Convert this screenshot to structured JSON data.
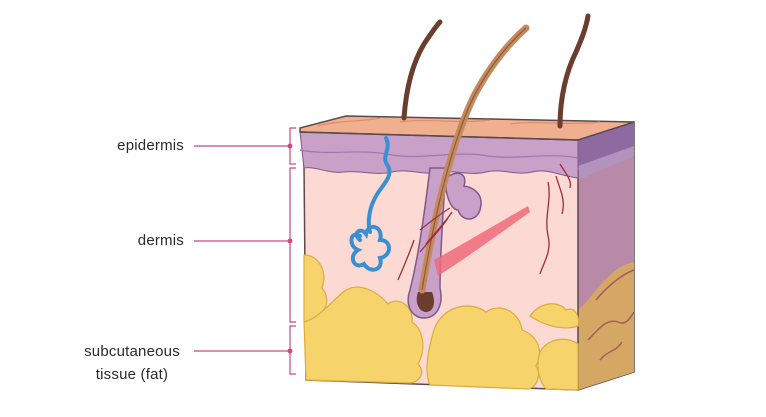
{
  "diagram": {
    "labels": {
      "epidermis": "epidermis",
      "dermis": "dermis",
      "subcutaneous_line1": "subcutaneous",
      "subcutaneous_line2": "tissue (fat)"
    },
    "colors": {
      "leader": "#d2457f",
      "epidermis_surface": "#f0b08f",
      "epidermis_layer": "#c8a0c8",
      "dermis": "#fcd9d3",
      "side_face": "#b07fa5",
      "fat": "#f6d36b",
      "fat_edge": "#d8ad3e",
      "hair": "#6a3d2c",
      "hair_light": "#c48a5e",
      "sweat_gland": "#3a8fd0",
      "vessel": "#a02e3a",
      "muscle": "#f06a7a",
      "outline": "#5a4a4a"
    }
  }
}
